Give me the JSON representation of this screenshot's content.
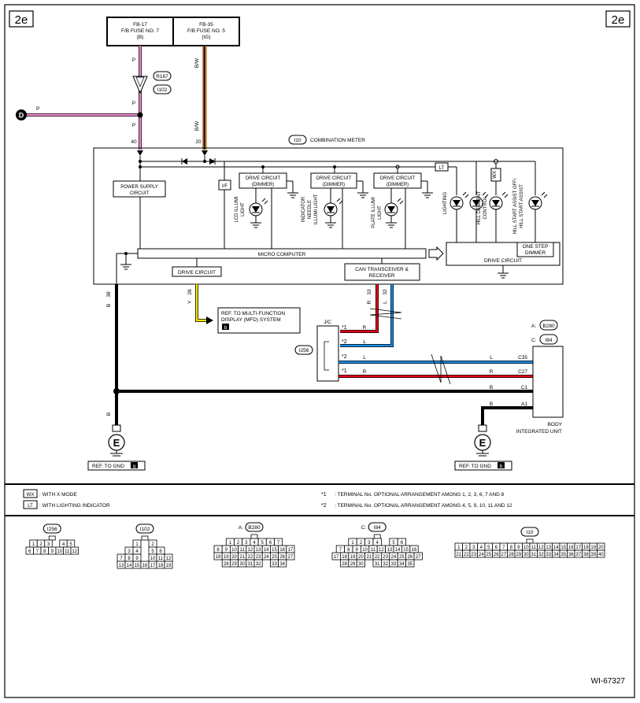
{
  "page_tag": "2e",
  "fuses": [
    {
      "id": "FB-17",
      "name": "F/B FUSE NO. 7",
      "circuit": "(B)"
    },
    {
      "id": "FB-35",
      "name": "F/B FUSE NO. 5",
      "circuit": "(IG)"
    }
  ],
  "ground_point_top": "D",
  "wire_labels": {
    "p": "P",
    "bw": "B/W",
    "b": "B",
    "y": "Y",
    "r": "R",
    "l": "L"
  },
  "connector_tags": {
    "r167": "R167",
    "i102": "I102",
    "i10": "I10",
    "i256": "I256",
    "jc": "J/C",
    "b280": "B280",
    "i84": "I84",
    "a_prefix": "A:",
    "c_prefix": "C:"
  },
  "pins": {
    "p40": "40",
    "p20": "20",
    "p38": "38",
    "p28": "28",
    "p33": "33",
    "p32": "32",
    "c35": "C35",
    "c27": "C27",
    "c1": "C1",
    "a1": "A1"
  },
  "meter": {
    "title": "COMBINATION METER",
    "power_supply": [
      "POWER SUPPLY",
      "CIRCUIT"
    ],
    "drive_dimmer": [
      "DRIVE CIRCUIT",
      "(DIMMER)"
    ],
    "if_label": "I/F",
    "lt": "LT",
    "wx": "WX",
    "lcd_illum": [
      "LCD ILLUMI",
      "LIGHT"
    ],
    "indicator_needle": [
      "INDICATOR",
      "NEEDLE",
      "ILLUMI LIGHT"
    ],
    "plate_illum": [
      "PLATE ILLUMI",
      "LIGHT"
    ],
    "lighting": "LIGHTING",
    "hill_descent": [
      "HILL DESCENT",
      "CONTROL"
    ],
    "hill_start": [
      "HILL START ASSIST OFF/",
      "HILL START ASSIST"
    ],
    "micro": "MICRO COMPUTER",
    "drive_circuit": "DRIVE CIRCUIT",
    "one_step": [
      "ONE STEP",
      "DIMMER"
    ],
    "can": [
      "CAN TRANSCEIVER &",
      "RECEIVER"
    ]
  },
  "mfd_ref": [
    "REF. TO MULTI-FUNCTION",
    "DISPLAY (MFD) SYSTEM"
  ],
  "mfd_ref_badge": "b",
  "jc_marks": [
    "*1",
    "*2",
    "*2",
    "*1"
  ],
  "body_unit": [
    "BODY",
    "INTEGRATED UNIT"
  ],
  "ground_symbol": "E",
  "gnd_refs": [
    {
      "text": "REF. TO GND",
      "badge": "g"
    },
    {
      "text": "REF. TO GND",
      "badge": "b"
    }
  ],
  "legend": {
    "wx": "WX",
    "wx_text": ": WITH X MODE",
    "lt": "LT",
    "lt_text": ": WITH LIGHTING INDICATOR",
    "star1": "*1",
    "star1_text": ": TERMINAL No. OPTIONAL ARRANGEMENT AMONG 1, 2, 3, 6, 7 AND 8",
    "star2": "*2",
    "star2_text": ": TERMINAL No. OPTIONAL ARRANGEMENT AMONG 4, 5, 9, 10, 11 AND 12"
  },
  "connectors": [
    {
      "label": "I256",
      "rows": [
        [
          "1",
          "2",
          "3",
          "",
          "4",
          "5"
        ],
        [
          "6",
          "7",
          "8",
          "9",
          "10",
          "11",
          "12"
        ]
      ]
    },
    {
      "label": "I102",
      "rows": [
        [
          "1",
          "",
          "2"
        ],
        [
          "3",
          "4",
          "",
          "5",
          "6"
        ],
        [
          "7",
          "8",
          "9",
          "",
          "10",
          "11",
          "12"
        ],
        [
          "13",
          "14",
          "15",
          "16",
          "17",
          "18",
          "19"
        ]
      ]
    },
    {
      "label": "B280",
      "prefix": "A:",
      "rows": [
        [
          "1",
          "2",
          "3",
          "4",
          "5",
          "6",
          "7"
        ],
        [
          "8",
          "9",
          "10",
          "11",
          "12",
          "13",
          "14",
          "15",
          "16",
          "17"
        ],
        [
          "18",
          "19",
          "20",
          "21",
          "22",
          "23",
          "24",
          "25",
          "26",
          "27"
        ],
        [
          "28",
          "29",
          "30",
          "31",
          "32",
          "",
          "33",
          "34"
        ]
      ]
    },
    {
      "label": "I84",
      "prefix": "C:",
      "rows": [
        [
          "1",
          "2",
          "3",
          "4",
          "",
          "5",
          "6"
        ],
        [
          "7",
          "8",
          "9",
          "10",
          "11",
          "12",
          "13",
          "14",
          "15",
          "16"
        ],
        [
          "17",
          "18",
          "19",
          "20",
          "21",
          "22",
          "23",
          "24",
          "25",
          "26",
          "27"
        ],
        [
          "28",
          "29",
          "30",
          "",
          "31",
          "32",
          "33",
          "34",
          "35"
        ]
      ]
    },
    {
      "label": "I10",
      "rows": [
        [
          "1",
          "2",
          "3",
          "4",
          "5",
          "6",
          "7",
          "8",
          "9",
          "10",
          "11",
          "12",
          "13",
          "14",
          "15",
          "16",
          "17",
          "18",
          "19",
          "20"
        ],
        [
          "21",
          "22",
          "23",
          "24",
          "25",
          "26",
          "27",
          "28",
          "29",
          "30",
          "31",
          "32",
          "33",
          "34",
          "35",
          "36",
          "37",
          "38",
          "39",
          "40"
        ]
      ]
    }
  ],
  "figure_id": "WI-67327",
  "colors": {
    "pink": "#f08cd2",
    "red": "#e8001c",
    "blue": "#1a8ee8",
    "yellow": "#f0e600",
    "brown": "#a0521e",
    "orange": "#f09a1e",
    "black": "#000000"
  }
}
